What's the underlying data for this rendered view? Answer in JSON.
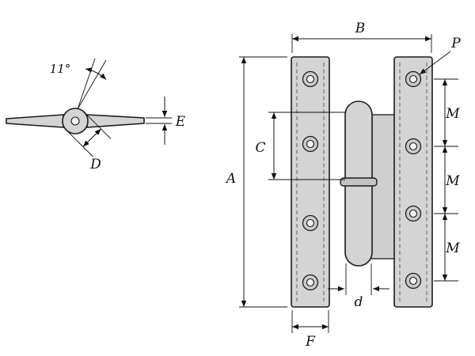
{
  "diagram": {
    "labels": {
      "angle": "11°",
      "A": "A",
      "B": "B",
      "C": "C",
      "D": "D",
      "E": "E",
      "F": "F",
      "M": "M",
      "P": "P",
      "d": "d"
    },
    "colors": {
      "background": "#ffffff",
      "metal_fill": "#d4d4d4",
      "metal_shadow": "#c3c3c3",
      "outline": "#1b1b1b",
      "dimension_line": "#111111"
    }
  }
}
